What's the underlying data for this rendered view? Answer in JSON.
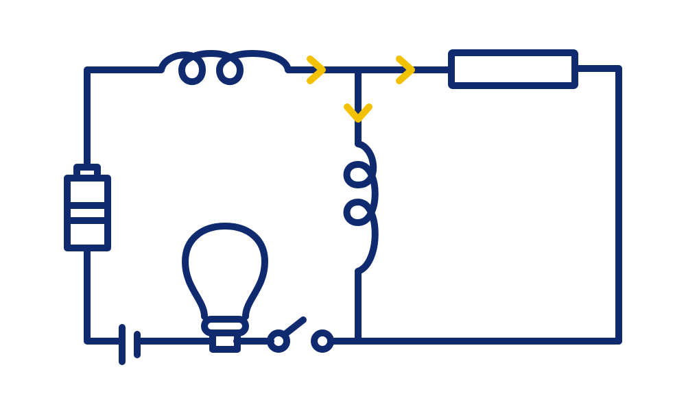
{
  "colors": {
    "background": "#ffffff",
    "circuit": "#0f2a6e",
    "current_arrows": "#f2c200"
  },
  "components": [
    {
      "name": "inductor-top",
      "icon": "inductor-coil-icon"
    },
    {
      "name": "resistor",
      "icon": "resistor-icon"
    },
    {
      "name": "inductor-middle",
      "icon": "inductor-coil-icon"
    },
    {
      "name": "fuse",
      "icon": "fuse-icon"
    },
    {
      "name": "cell",
      "icon": "battery-cell-icon"
    },
    {
      "name": "lamp",
      "icon": "light-bulb-icon"
    },
    {
      "name": "switch",
      "icon": "open-switch-icon"
    }
  ],
  "current_arrows": 3
}
